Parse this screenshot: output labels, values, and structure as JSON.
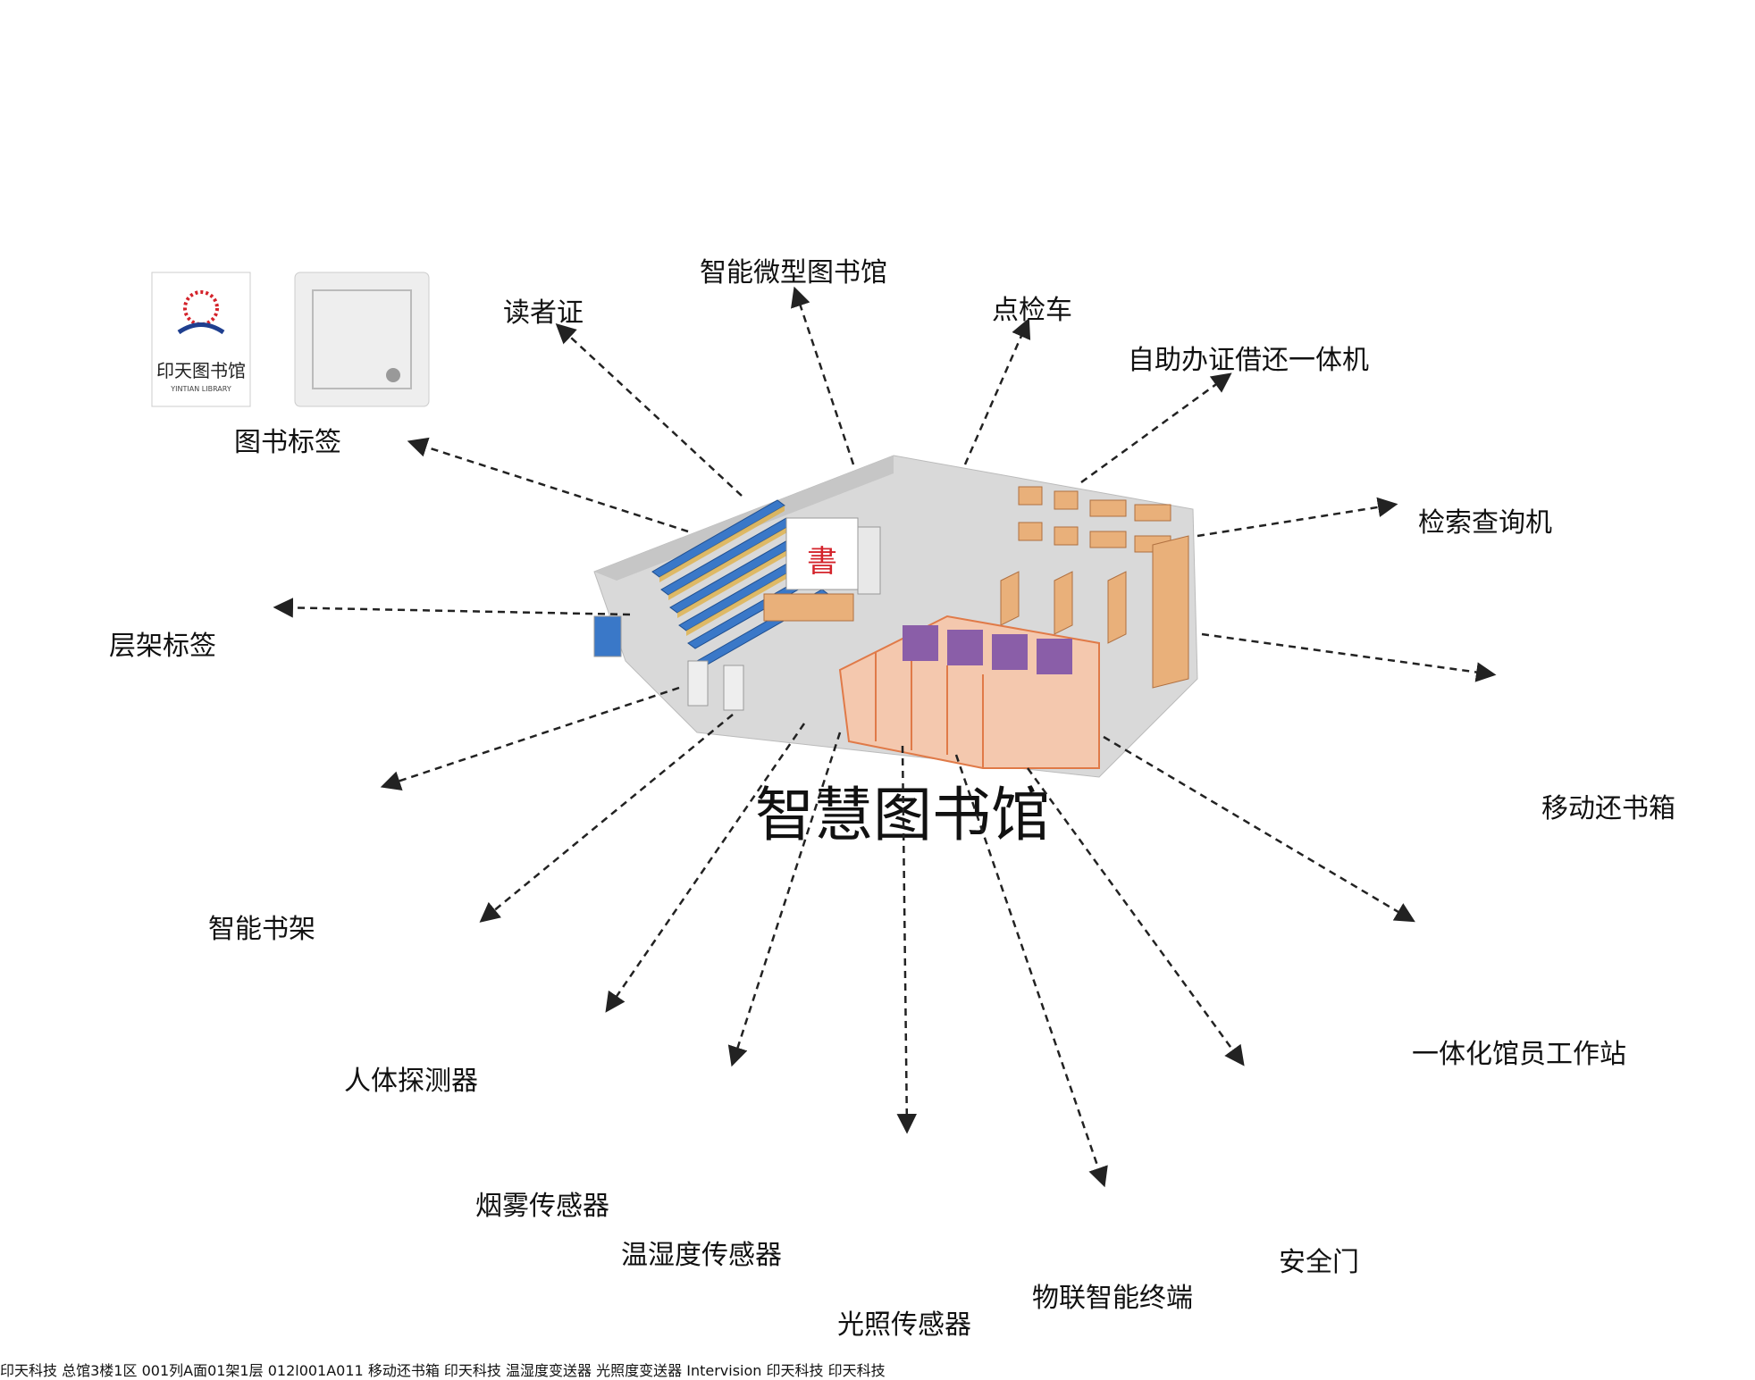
{
  "center": {
    "title": "智慧图书馆",
    "sign_glyph": "書"
  },
  "nodes": {
    "book_tag": {
      "label": "图书标签",
      "tag_logo_text": "印天图书馆",
      "tag_logo_sub": "YINTIAN LIBRARY"
    },
    "reader_card": {
      "label": "读者证",
      "card_logo_text": "印天科技"
    },
    "micro_library": {
      "label": "智能微型图书馆"
    },
    "inventory_cart": {
      "label": "点检车"
    },
    "self_service_kiosk": {
      "label": "自助办证借还一体机"
    },
    "search_terminal": {
      "label": "检索查询机"
    },
    "shelf_tag": {
      "label": "层架标签",
      "tag_text_line1": "总馆3楼1区",
      "tag_text_line2": "001列A面01架1层",
      "barcode_text": "012l001A011"
    },
    "mobile_return_box": {
      "label": "移动还书箱",
      "box_text": "移动还书箱",
      "box_logo": "印天科技"
    },
    "smart_bookshelf": {
      "label": "智能书架"
    },
    "librarian_workstation": {
      "label": "一体化馆员工作站"
    },
    "human_detector": {
      "label": "人体探测器"
    },
    "smoke_sensor": {
      "label": "烟雾传感器"
    },
    "temp_humidity_sensor": {
      "label": "温湿度传感器",
      "device_text": "温湿度变送器"
    },
    "light_sensor": {
      "label": "光照传感器",
      "device_text": "光照度变送器"
    },
    "iot_terminal": {
      "label": "物联智能终端",
      "device_text": "Intervision"
    },
    "security_gate": {
      "label": "安全门",
      "gate_logo": "印天科技"
    }
  },
  "colors": {
    "arrow": "#222222",
    "shelf_blue": "#2f6fd6",
    "logo_red": "#d4232b",
    "logo_blue": "#1f3f8f",
    "tag_red": "#b4193a",
    "room_orange": "#e8a07a",
    "floor": "#d9d9d9"
  }
}
